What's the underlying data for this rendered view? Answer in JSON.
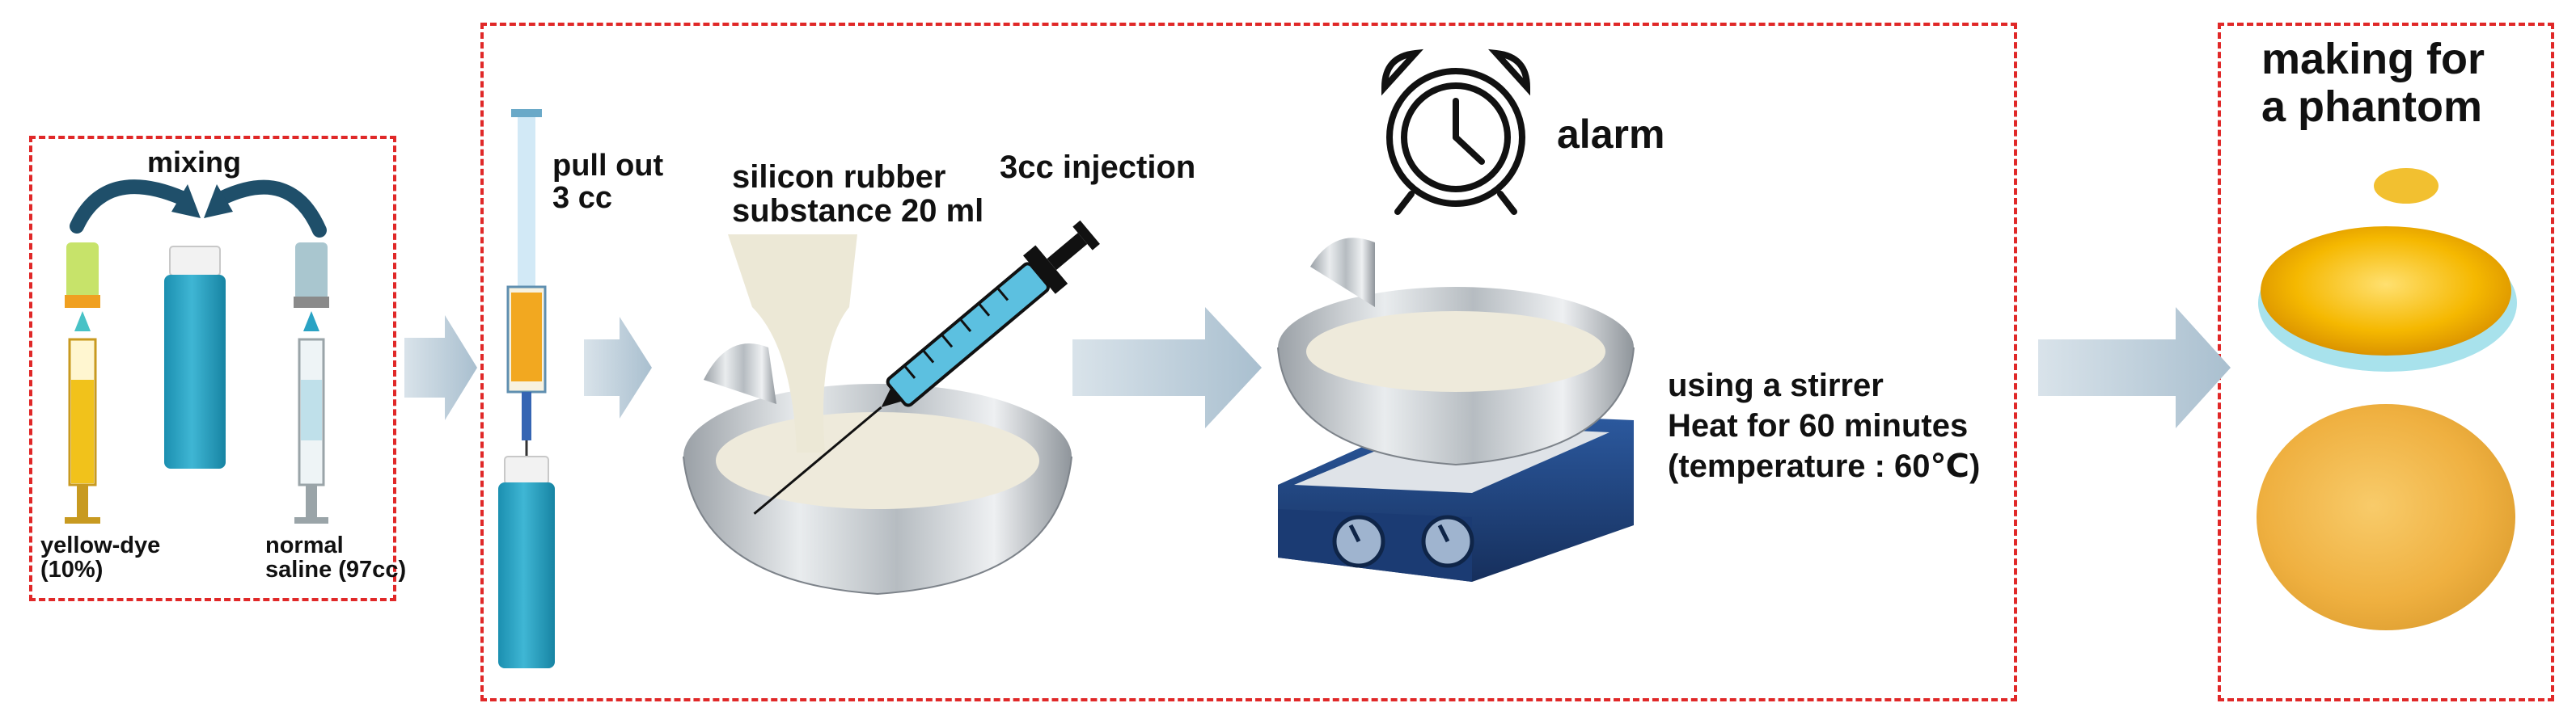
{
  "panel_mixing": {
    "title": "mixing",
    "left_caption": "yellow-dye\n(10%)",
    "right_caption": "normal\nsaline  (97cc)"
  },
  "panel_process": {
    "pull_out": "pull out\n3 cc",
    "silicon": "silicon rubber\nsubstance 20 ml",
    "injection": "3cc injection",
    "alarm": "alarm",
    "stirrer": "using a stirrer\nHeat for 60 minutes\n(temperature : 60℃)"
  },
  "panel_result": {
    "title": "making for\na phantom"
  },
  "colors": {
    "dashed_border": "#e02828",
    "arrow": "#b9cbd8",
    "curved_arrow": "#1f4f6a",
    "saline_blue": "#2aa3c4",
    "yellow_dye": "#f1c21b",
    "hotplate": "#1d3f7a",
    "phantom_top": "#f4b800",
    "phantom_bottom": "#f0b23c"
  }
}
